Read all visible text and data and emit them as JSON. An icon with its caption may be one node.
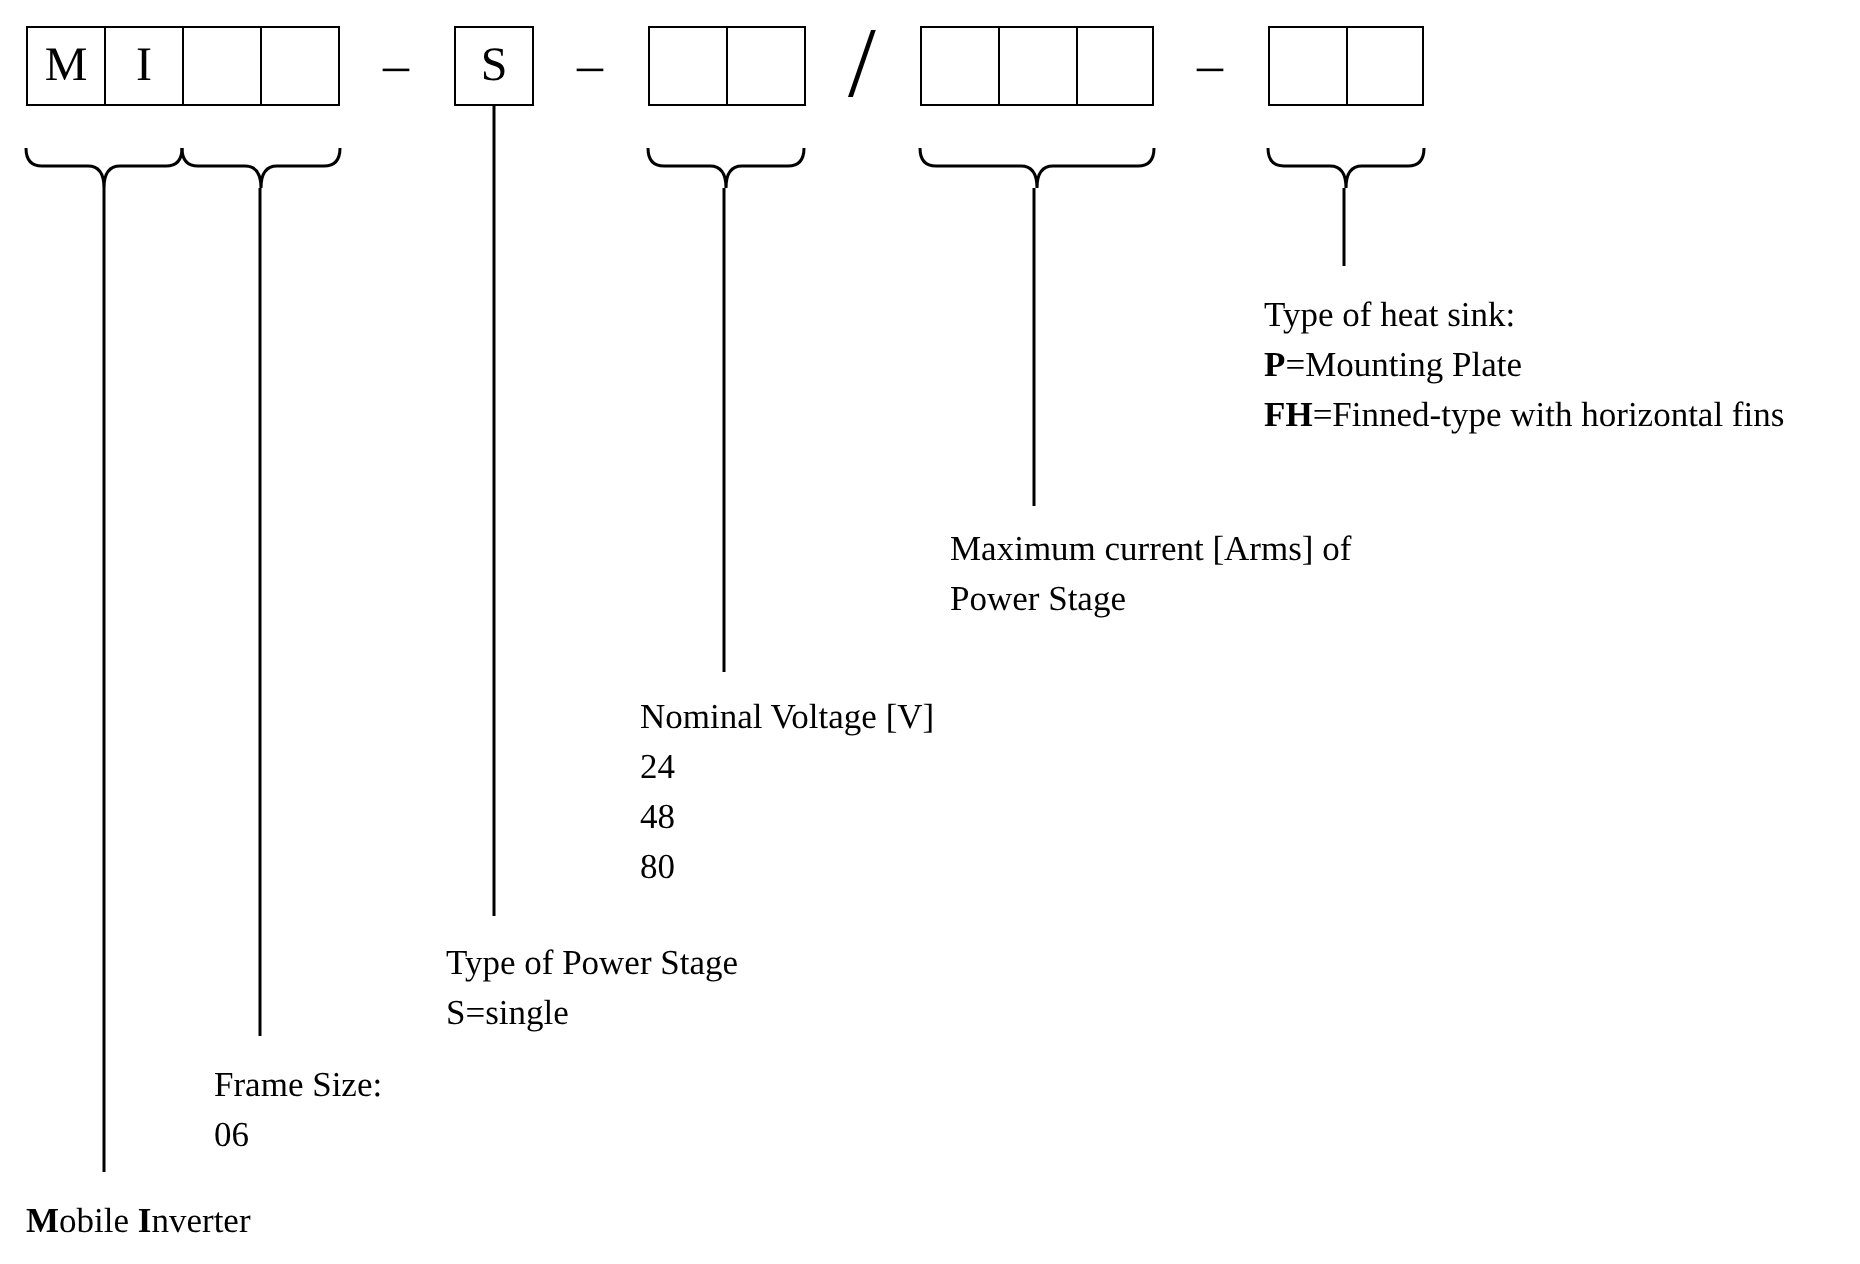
{
  "diagram": {
    "nodes": [
      {
        "text": [
          "M"
        ]
      },
      {
        "text": [
          "I"
        ]
      },
      {
        "text": [],
        "shape": "box"
      },
      {
        "text": [],
        "shape": "box"
      },
      {
        "text": [
          "S"
        ]
      },
      {
        "text": [],
        "shape": "box"
      },
      {
        "text": [],
        "shape": "box"
      },
      {
        "text": [],
        "shape": "box"
      },
      {
        "text": [],
        "shape": "box"
      },
      {
        "text": [],
        "shape": "box"
      },
      {
        "text": [],
        "shape": "box"
      },
      {
        "text": [],
        "shape": "box"
      },
      {
        "text": [],
        "shape": "brace"
      },
      {
        "text": [],
        "shape": "brace"
      },
      {
        "text": [],
        "shape": "brace"
      },
      {
        "text": [],
        "shape": "brace"
      },
      {
        "text": [],
        "shape": "brace"
      },
      {
        "text": [
          "Type of heat sink:",
          "**P**=Mounting Plate",
          "**FH**=Finned-type with horizontal fins"
        ]
      },
      {
        "text": [
          "Maximum current [Arms] of Power Stage"
        ]
      },
      {
        "text": [
          "Nominal Voltage [V]",
          "24",
          "48",
          "80"
        ]
      },
      {
        "text": [
          "Type of Power Stage",
          "S=single"
        ]
      },
      {
        "text": [
          "Frame Size:",
          "06"
        ]
      },
      {
        "text": [
          "**M**obile **I**nverter"
        ]
      }
    ],
    "edges": [
      {
        "from": 17,
        "to": 16,
        "arrow": "none"
      },
      {
        "from": 18,
        "to": 15,
        "arrow": "none"
      },
      {
        "from": 19,
        "to": 14,
        "arrow": "none"
      },
      {
        "from": 20,
        "to": 4,
        "arrow": "none"
      },
      {
        "from": 21,
        "to": 13,
        "arrow": "none"
      },
      {
        "from": 22,
        "to": 12,
        "arrow": "none"
      }
    ],
    "labels": [
      "–",
      "–",
      "/",
      "–"
    ]
  }
}
